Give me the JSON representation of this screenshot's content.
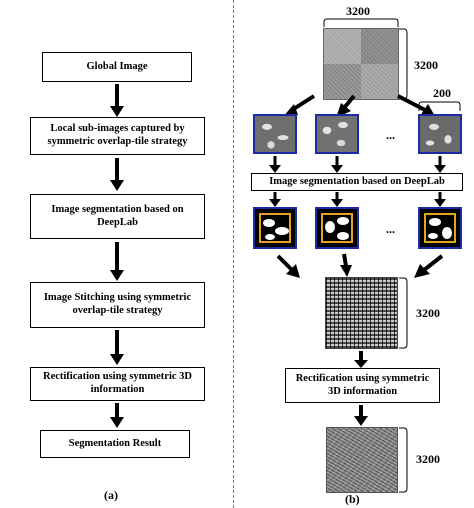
{
  "left_flow": {
    "steps": [
      "Global Image",
      "Local sub-images captured by symmetric overlap-tile strategy",
      "Image segmentation based on DeepLab",
      "Image Stitching using symmetric overlap-tile strategy",
      "Rectification using symmetric 3D information",
      "Segmentation Result"
    ],
    "caption": "(a)"
  },
  "right_flow": {
    "size_top": "3200",
    "size_right_global": "3200",
    "tile_size": "200",
    "ellipsis_1": "...",
    "ellipsis_2": "...",
    "segmentation_label": "Image segmentation based on DeepLab",
    "size_stitched": "3200",
    "rectification_label": "Rectification using symmetric 3D information",
    "size_result": "3200",
    "caption": "(b)"
  }
}
